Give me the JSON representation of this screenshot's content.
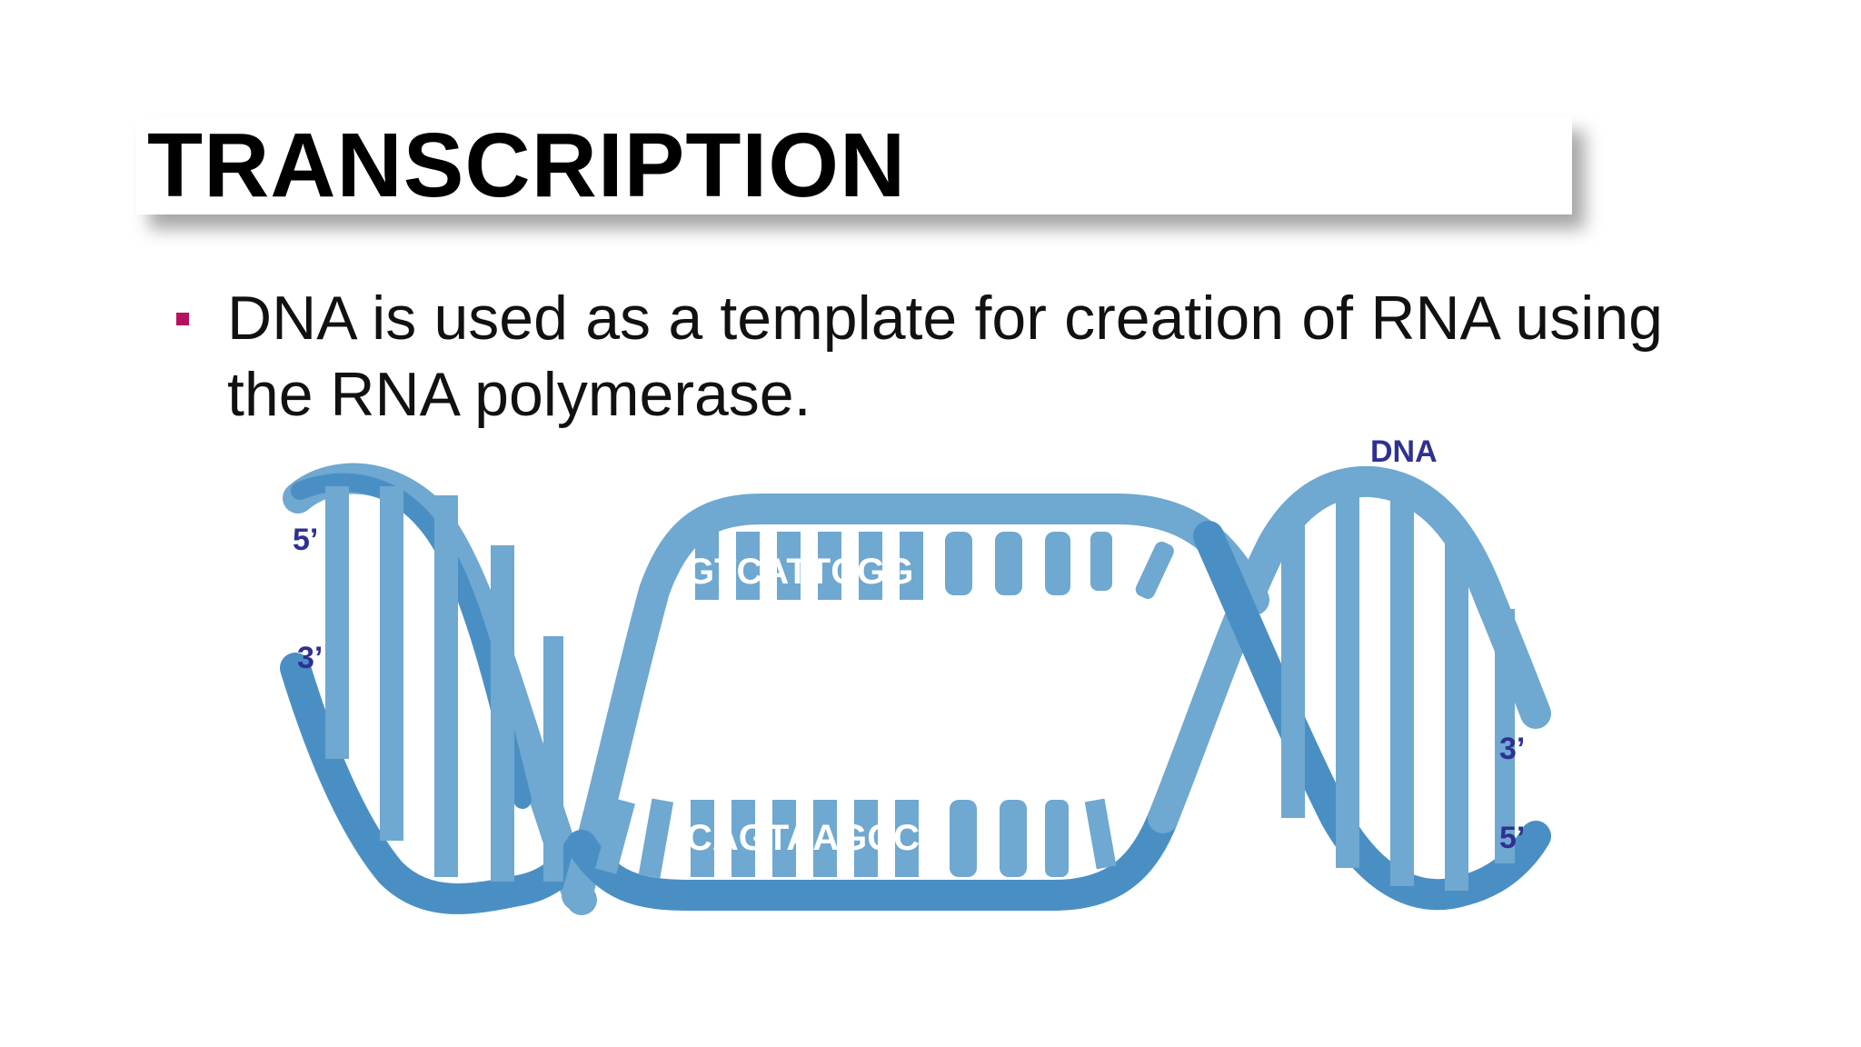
{
  "slide": {
    "title": "TRANSCRIPTION",
    "bullets": [
      "DNA is used as a template for creation of RNA using the RNA polymerase."
    ],
    "colors": {
      "bullet": "#b5135f",
      "label": "#2e3192",
      "strand_light": "#6fa8d0",
      "strand_dark": "#4a8fc4"
    }
  },
  "diagram": {
    "dna_label": "DNA",
    "left_top_end": "5’",
    "left_bottom_end": "3’",
    "right_top_end": "3’",
    "right_bottom_end": "5’",
    "top_sequence": "GTCATTCGG",
    "bottom_sequence": "CAGTAAGCC"
  }
}
